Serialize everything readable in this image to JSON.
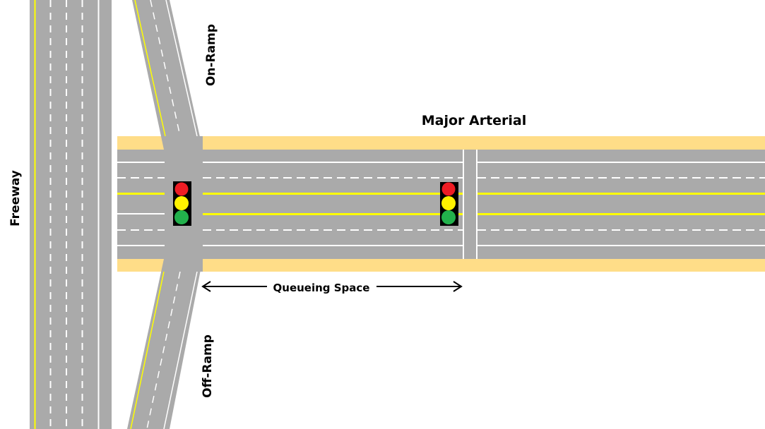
{
  "labels": {
    "freeway": "Freeway",
    "on_ramp": "On-Ramp",
    "off_ramp": "Off-Ramp",
    "major_arterial": "Major Arterial",
    "queueing_space": "Queueing Space"
  },
  "colors": {
    "road": "#aaaaaa",
    "sidewalk": "#ffdd88",
    "yellow_line": "#ffff00",
    "white_line": "#ffffff",
    "signal_red": "#ee1c24",
    "signal_yellow": "#fff200",
    "signal_green": "#22b14c"
  },
  "signals": [
    {
      "name": "ramp-intersection-signal",
      "lights": [
        "red",
        "yellow",
        "green"
      ]
    },
    {
      "name": "downstream-signal",
      "lights": [
        "red",
        "yellow",
        "green"
      ]
    }
  ]
}
